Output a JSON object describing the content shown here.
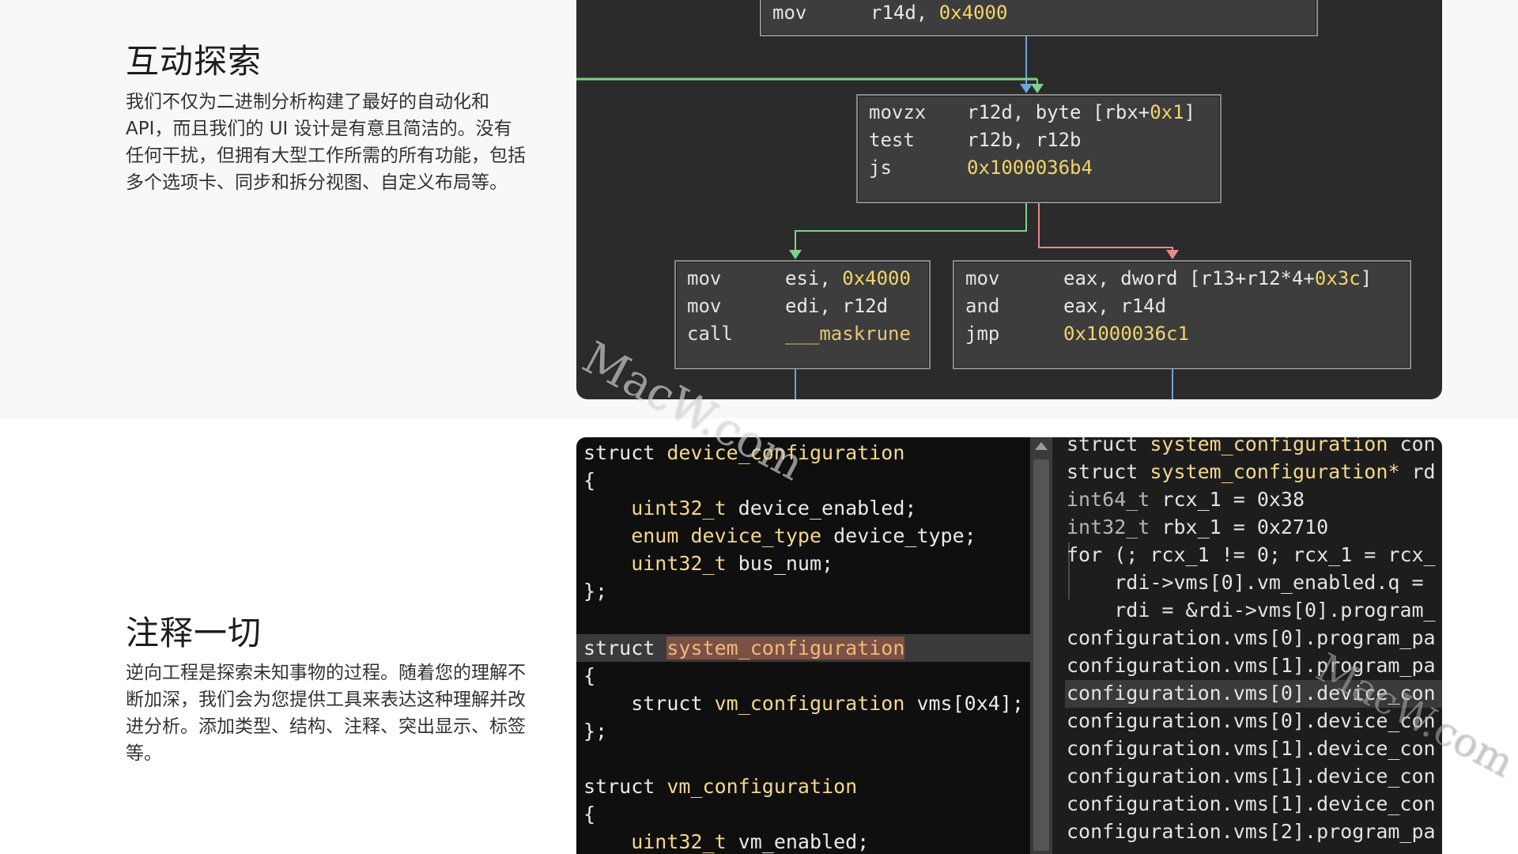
{
  "sections": [
    {
      "title": "互动探索",
      "description": "我们不仅为二进制分析构建了最好的自动化和API，而且我们的 UI 设计是有意且简洁的。没有任何干扰，但拥有大型工作所需的所有功能，包括多个选项卡、同步和拆分视图、自定义布局等。"
    },
    {
      "title": "注释一切",
      "description": "逆向工程是探索未知事物的过程。随着您的理解不断加深，我们会为您提供工具来表达这种理解并改进分析。添加类型、结构、注释、突出显示、标签等。"
    }
  ],
  "graph": {
    "block_top": [
      {
        "op": "mov",
        "a": "r14d, ",
        "b": "0x4000"
      }
    ],
    "block_mid": [
      {
        "op": "movzx",
        "a": "r12d, byte [rbx+",
        "b": "0x1",
        "c": "]"
      },
      {
        "op": "test",
        "a": "r12b, r12b",
        "b": "",
        "c": ""
      },
      {
        "op": "js",
        "a": "",
        "b": "0x1000036b4",
        "c": ""
      }
    ],
    "block_left": [
      {
        "op": "mov",
        "a": "esi, ",
        "b": "0x4000",
        "c": ""
      },
      {
        "op": "mov",
        "a": "edi, r12d",
        "b": "",
        "c": ""
      },
      {
        "op": "call",
        "a": "",
        "b": "",
        "c": "___maskrune"
      }
    ],
    "block_right": [
      {
        "op": "mov",
        "a": "eax, dword [r13+r12*4+",
        "b": "0x3c",
        "c": "]"
      },
      {
        "op": "and",
        "a": "eax, r14d",
        "b": "",
        "c": ""
      },
      {
        "op": "jmp",
        "a": "",
        "b": "0x1000036c1",
        "c": ""
      }
    ],
    "colors": {
      "true_edge": "#7fd18b",
      "false_edge": "#e98a8a",
      "flow_edge": "#6aa6dc"
    }
  },
  "types_view": {
    "lines": [
      {
        "k": "struct ",
        "t": "device_configuration",
        "r": ""
      },
      {
        "k": "{",
        "t": "",
        "r": ""
      },
      {
        "k": "    uint32_t ",
        "t": "",
        "r": "device_enabled;"
      },
      {
        "k": "    enum ",
        "t": "device_type ",
        "r": "device_type;"
      },
      {
        "k": "    uint32_t ",
        "t": "",
        "r": "bus_num;"
      },
      {
        "k": "};",
        "t": "",
        "r": ""
      },
      {
        "k": "",
        "t": "",
        "r": ""
      },
      {
        "k": "struct ",
        "t": "system_configuration",
        "r": ""
      },
      {
        "k": "{",
        "t": "",
        "r": ""
      },
      {
        "k": "    struct ",
        "t": "vm_configuration ",
        "r": "vms[0x4];"
      },
      {
        "k": "};",
        "t": "",
        "r": ""
      },
      {
        "k": "",
        "t": "",
        "r": ""
      },
      {
        "k": "struct ",
        "t": "vm_configuration",
        "r": ""
      },
      {
        "k": "{",
        "t": "",
        "r": ""
      },
      {
        "k": "    uint32_t ",
        "t": "",
        "r": "vm_enabled;"
      }
    ]
  },
  "hlil_view": {
    "lines": [
      {
        "a": "struct ",
        "b": "system_configuration ",
        "c": "con"
      },
      {
        "a": "struct ",
        "b": "system_configuration* ",
        "c": "rd"
      },
      {
        "a": "int64_t ",
        "b": "",
        "c": "rcx_1 = 0x38"
      },
      {
        "a": "int32_t ",
        "b": "",
        "c": "rbx_1 = 0x2710"
      },
      {
        "a": "for ",
        "b": "",
        "c": "(; rcx_1 != 0; rcx_1 = rcx_"
      },
      {
        "a": "    ",
        "b": "",
        "c": "rdi->vms[0].vm_enabled.q ="
      },
      {
        "a": "    ",
        "b": "",
        "c": "rdi = &rdi->vms[0].program_"
      },
      {
        "a": "",
        "b": "",
        "c": "configuration.vms[0].program_pa"
      },
      {
        "a": "",
        "b": "",
        "c": "configuration.vms[1].program_pa"
      },
      {
        "a": "",
        "b": "",
        "c": "configuration.vms[0].device_con"
      },
      {
        "a": "",
        "b": "",
        "c": "configuration.vms[0].device_con"
      },
      {
        "a": "",
        "b": "",
        "c": "configuration.vms[1].device_con"
      },
      {
        "a": "",
        "b": "",
        "c": "configuration.vms[1].device_con"
      },
      {
        "a": "",
        "b": "",
        "c": "configuration.vms[1].device_con"
      },
      {
        "a": "",
        "b": "",
        "c": "configuration.vms[2].program_pa"
      }
    ]
  },
  "watermark": "MacW.com"
}
